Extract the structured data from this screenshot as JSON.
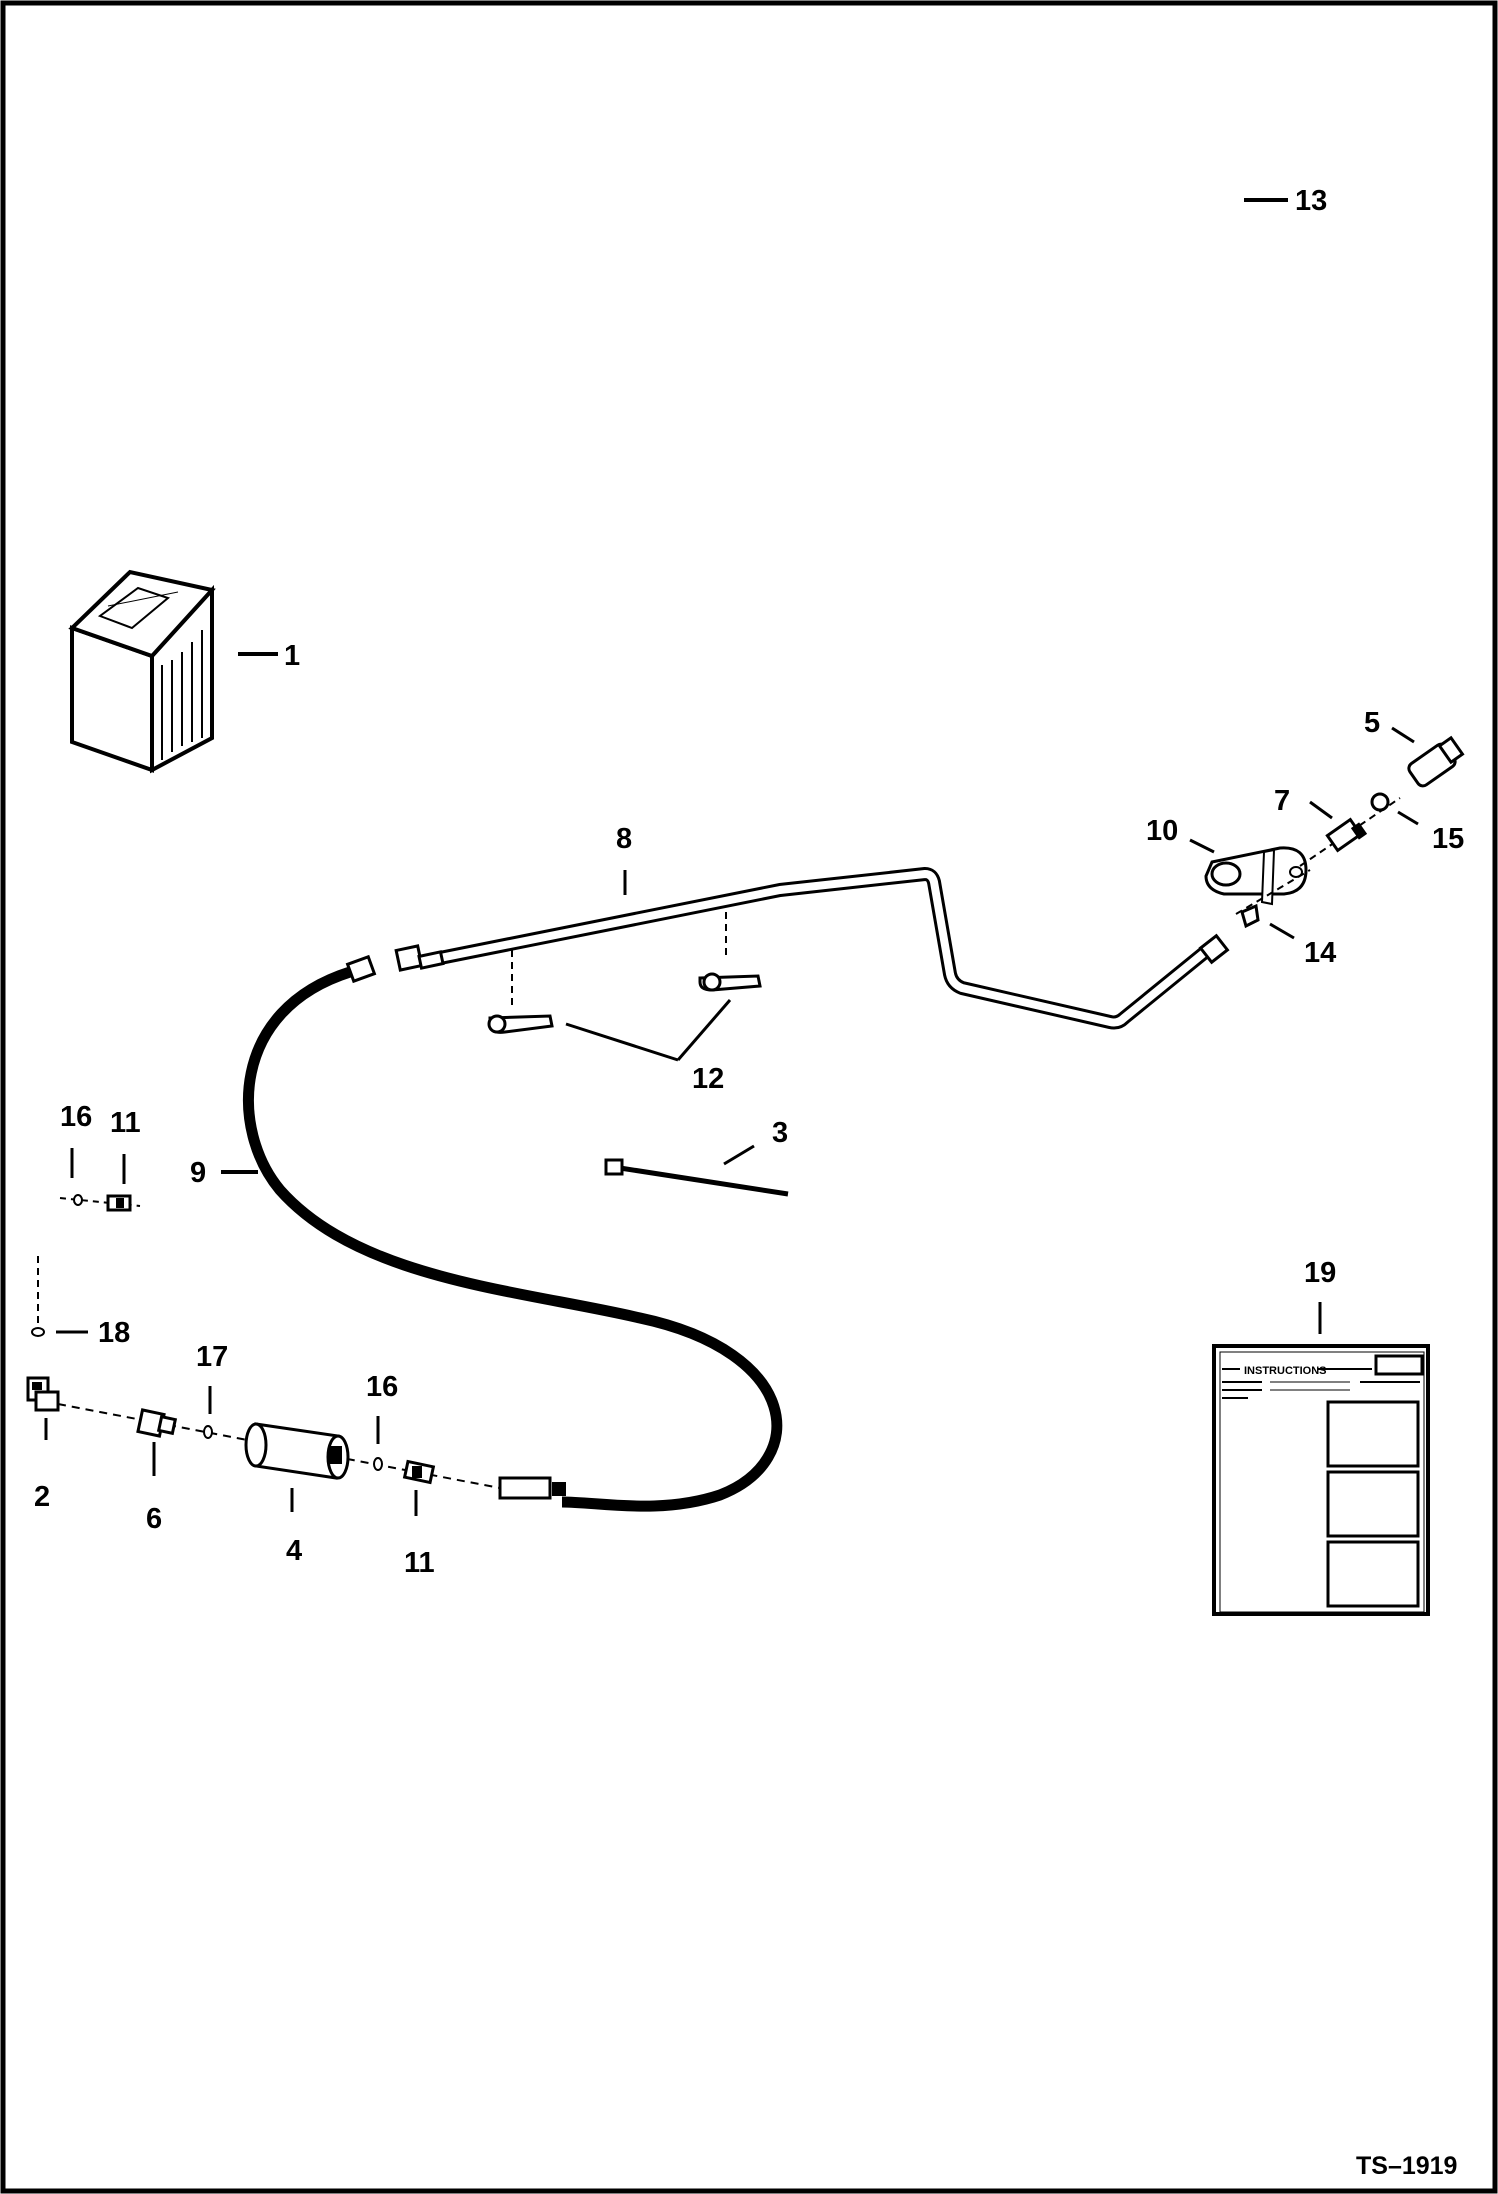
{
  "callouts": {
    "c1": "1",
    "c2": "2",
    "c3": "3",
    "c4": "4",
    "c5": "5",
    "c6": "6",
    "c7": "7",
    "c8": "8",
    "c9": "9",
    "c10": "10",
    "c11a": "11",
    "c11b": "11",
    "c12": "12",
    "c13": "13",
    "c14": "14",
    "c15": "15",
    "c16a": "16",
    "c16b": "16",
    "c17": "17",
    "c18": "18",
    "c19": "19"
  },
  "decal": {
    "heading": "INSTRUCTIONS"
  },
  "figure_code": "TS–1919",
  "colors": {
    "ink": "#000000",
    "paper": "#ffffff",
    "shade": "#d8d8d8"
  }
}
